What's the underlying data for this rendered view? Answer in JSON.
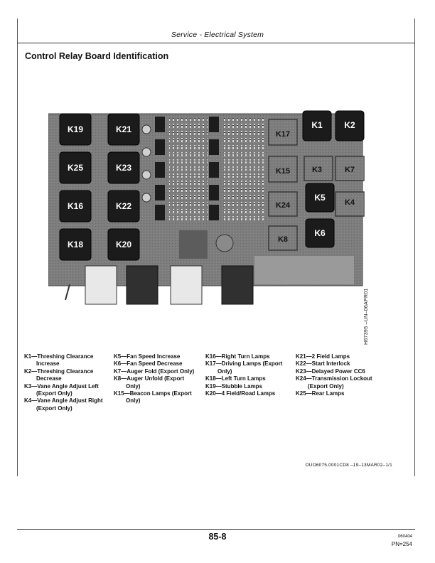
{
  "header": {
    "title": "Service - Electrical System"
  },
  "section": {
    "title": "Control Relay Board Identification"
  },
  "figure": {
    "side_code": "H67395 –UN–06APR01",
    "relays_left": [
      [
        "K19",
        "K21"
      ],
      [
        "K25",
        "K23"
      ],
      [
        "K16",
        "K22"
      ],
      [
        "K18",
        "K20"
      ]
    ],
    "relays_right_top": [
      "K1",
      "K2"
    ],
    "relay_labels": {
      "k17": "K17",
      "k15": "K15",
      "k3": "K3",
      "k7": "K7",
      "k5": "K5",
      "k24": "K24",
      "k4": "K4",
      "k6": "K6",
      "k8": "K8"
    }
  },
  "legend": {
    "col1": [
      {
        "code": "K1—Threshing Clearance",
        "cont": "Increase"
      },
      {
        "code": "K2—Threshing Clearance",
        "cont": "Decrease"
      },
      {
        "code": "K3—Vane Angle Adjust Left",
        "cont": "(Export Only)"
      },
      {
        "code": "K4—Vane Angle Adjust Right",
        "cont": "(Export Only)"
      }
    ],
    "col2": [
      {
        "code": "K5—Fan Speed Increase",
        "cont": ""
      },
      {
        "code": "K6—Fan Speed Decrease",
        "cont": ""
      },
      {
        "code": "K7—Auger Fold (Export Only)",
        "cont": ""
      },
      {
        "code": "K8—Auger Unfold (Export",
        "cont": "Only)"
      },
      {
        "code": "K15—Beacon Lamps (Export",
        "cont": "Only)"
      }
    ],
    "col3": [
      {
        "code": "K16—Right Turn Lamps",
        "cont": ""
      },
      {
        "code": "K17—Driving Lamps (Export",
        "cont": "Only)"
      },
      {
        "code": "K18—Left Turn Lamps",
        "cont": ""
      },
      {
        "code": "K19—Stubble Lamps",
        "cont": ""
      },
      {
        "code": "K20—4 Field/Road Lamps",
        "cont": ""
      }
    ],
    "col4": [
      {
        "code": "K21—2 Field Lamps",
        "cont": ""
      },
      {
        "code": "K22—Start Interlock",
        "cont": ""
      },
      {
        "code": "K23—Delayed Power CC6",
        "cont": ""
      },
      {
        "code": "K24—Transmission Lockout",
        "cont": "(Export Only)"
      },
      {
        "code": "K25—Rear Lamps",
        "cont": ""
      }
    ]
  },
  "doc_ref": "OUO6075,0001CD8  –19–13MAR02–1/1",
  "footer": {
    "page_number": "85-8",
    "date": "060404",
    "pn": "PN=254"
  }
}
